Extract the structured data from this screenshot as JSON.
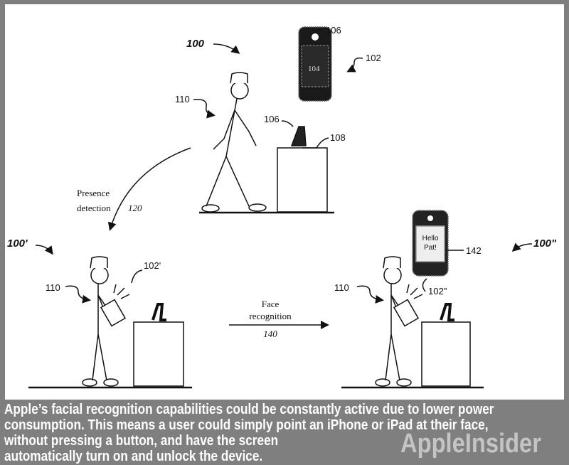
{
  "figure": {
    "ref_100": "100",
    "ref_100_prime": "100'",
    "ref_100_dprime": "100\"",
    "ref_102": "102",
    "ref_102_prime": "102'",
    "ref_102_dprime": "102\"",
    "ref_104": "104",
    "ref_106_a": "106",
    "ref_106_b": "106",
    "ref_108": "108",
    "ref_110_a": "110",
    "ref_110_b": "110",
    "ref_110_c": "110",
    "ref_142": "142",
    "presence_1": "Presence",
    "presence_2": "detection",
    "ref_120": "120",
    "face_1": "Face",
    "face_2": "recognition",
    "ref_140": "140",
    "screen_1": "Hello",
    "screen_2": "Pat!"
  },
  "caption": {
    "lines": [
      "Apple’s facial recognition capabilities could be constantly active due to lower power",
      "consumption. This means a user could simply point an iPhone or iPad at their face,",
      "without pressing a button, and have the screen",
      "automatically turn on and unlock the device."
    ],
    "watermark": "AppleInsider"
  }
}
